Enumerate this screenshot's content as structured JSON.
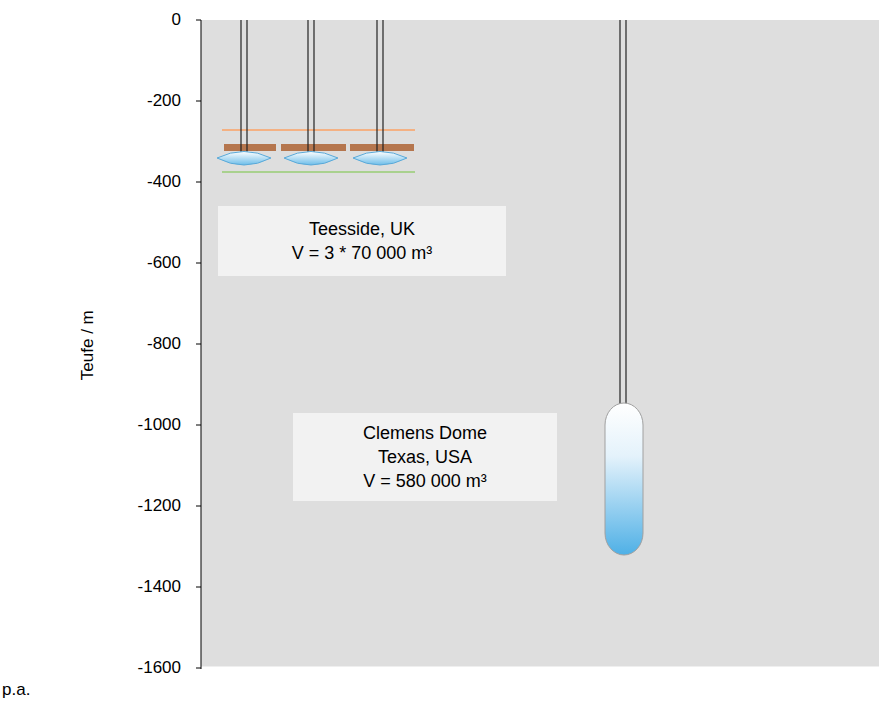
{
  "diagram": {
    "nodes": [
      {
        "text": [
          "Teesside, UK",
          "V = 3 * 70 000 m³"
        ]
      },
      {
        "text": [
          "Clemens Dome",
          "Texas, USA",
          "V = 580 000 m³"
        ]
      }
    ],
    "labels": [
      "0",
      "-200",
      "-400",
      "-600",
      "-800",
      "-1000",
      "-1200",
      "-1400",
      "-1600",
      "Teufe / m",
      "p.a."
    ]
  }
}
